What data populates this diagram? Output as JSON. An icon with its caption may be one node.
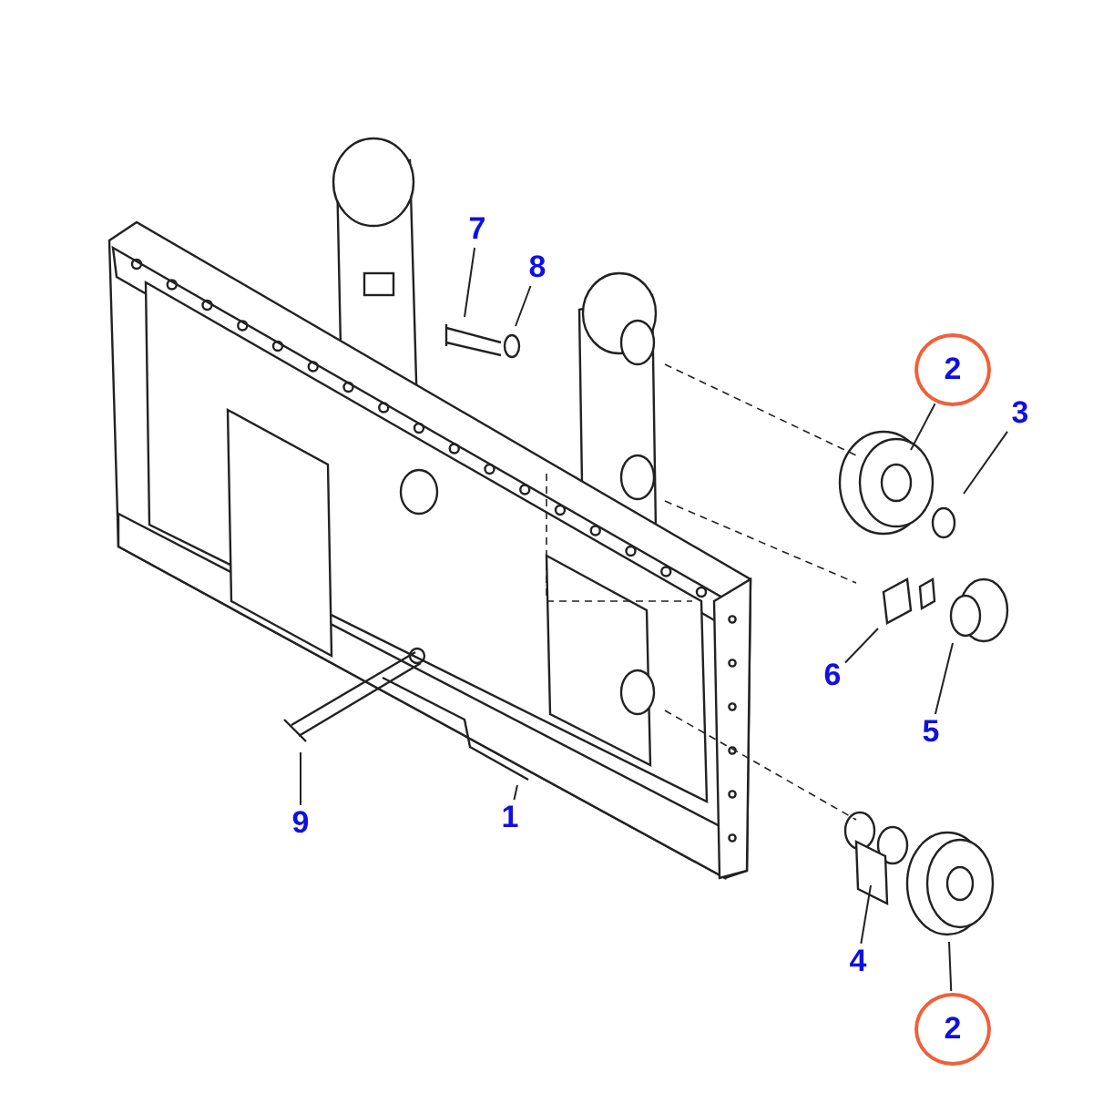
{
  "diagram": {
    "nodes": [
      {
        "text": [
          "7"
        ]
      },
      {
        "text": [
          "8"
        ]
      },
      {
        "text": [
          "2"
        ]
      },
      {
        "text": [
          "3"
        ]
      },
      {
        "text": [
          "6"
        ]
      },
      {
        "text": [
          "5"
        ]
      },
      {
        "text": [
          "9"
        ]
      },
      {
        "text": [
          "1"
        ]
      },
      {
        "text": [
          "4"
        ]
      },
      {
        "text": [
          "2"
        ]
      }
    ],
    "edges": [
      {
        "from": 0,
        "to": null,
        "arrow": "none"
      },
      {
        "from": 1,
        "to": null,
        "arrow": "none"
      },
      {
        "from": 2,
        "to": null,
        "arrow": "none"
      },
      {
        "from": 3,
        "to": null,
        "arrow": "none"
      },
      {
        "from": 4,
        "to": null,
        "arrow": "none"
      },
      {
        "from": 5,
        "to": null,
        "arrow": "none"
      },
      {
        "from": 6,
        "to": null,
        "arrow": "none"
      },
      {
        "from": 7,
        "to": null,
        "arrow": "none"
      },
      {
        "from": 8,
        "to": null,
        "arrow": "none"
      },
      {
        "from": 9,
        "to": null,
        "arrow": "none"
      }
    ]
  }
}
